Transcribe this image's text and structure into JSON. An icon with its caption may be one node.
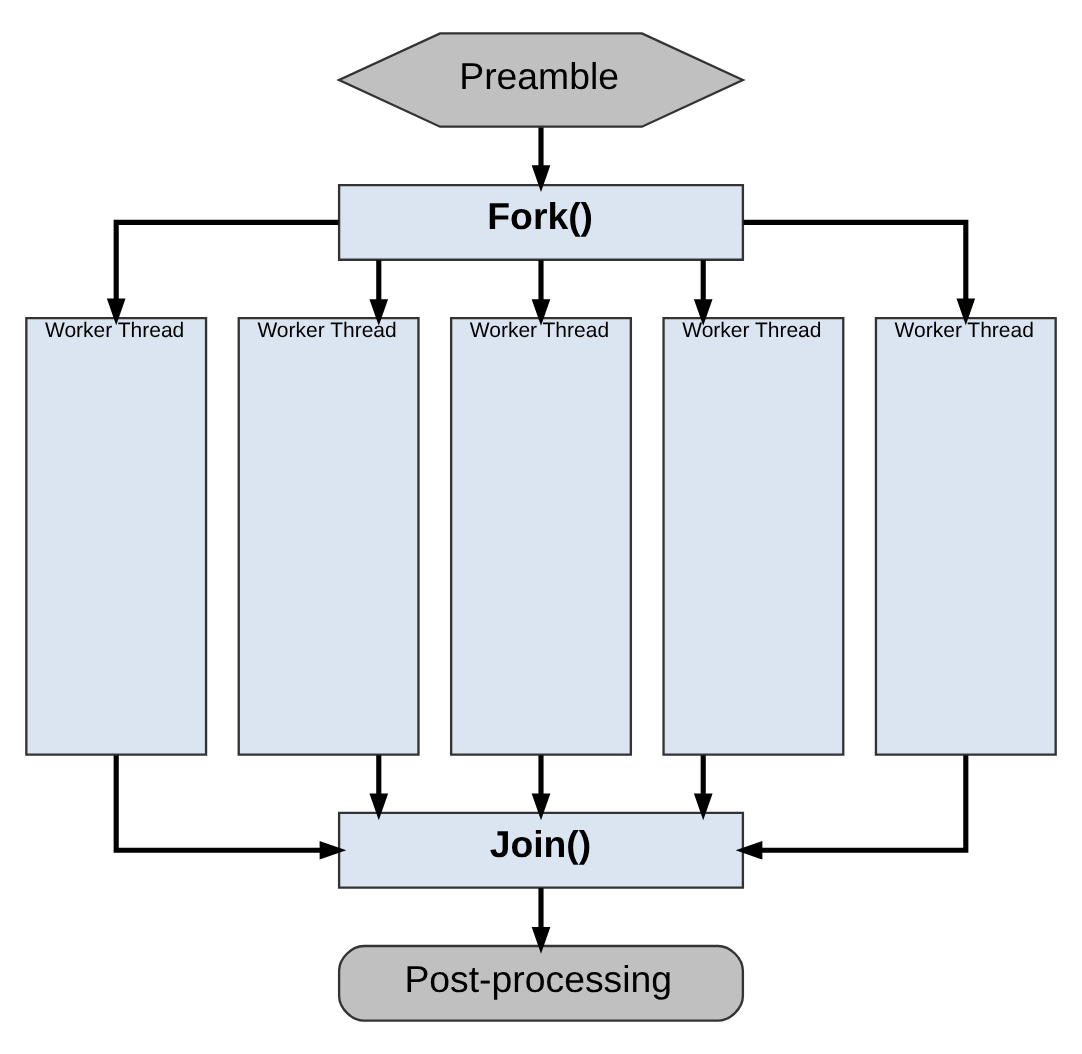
{
  "diagram": {
    "nodes": [
      {
        "text": [
          "Preamble"
        ]
      },
      {
        "text": [
          "Fork()"
        ]
      },
      {
        "text": [
          "Worker Thread"
        ]
      },
      {
        "text": [
          "Worker Thread"
        ]
      },
      {
        "text": [
          "Worker Thread"
        ]
      },
      {
        "text": [
          "Worker Thread"
        ]
      },
      {
        "text": [
          "Worker Thread"
        ]
      },
      {
        "text": [
          "Join()"
        ]
      },
      {
        "text": [
          "Post-processing"
        ]
      }
    ],
    "edges": [
      {
        "from": 0,
        "to": 1,
        "arrow": "to"
      },
      {
        "from": 1,
        "to": 2,
        "arrow": "to"
      },
      {
        "from": 1,
        "to": 3,
        "arrow": "to"
      },
      {
        "from": 1,
        "to": 4,
        "arrow": "to"
      },
      {
        "from": 1,
        "to": 5,
        "arrow": "to"
      },
      {
        "from": 1,
        "to": 6,
        "arrow": "to"
      },
      {
        "from": 2,
        "to": 7,
        "arrow": "to"
      },
      {
        "from": 3,
        "to": 7,
        "arrow": "to"
      },
      {
        "from": 4,
        "to": 7,
        "arrow": "to"
      },
      {
        "from": 5,
        "to": 7,
        "arrow": "to"
      },
      {
        "from": 6,
        "to": 7,
        "arrow": "to"
      },
      {
        "from": 7,
        "to": 8,
        "arrow": "to"
      }
    ]
  }
}
